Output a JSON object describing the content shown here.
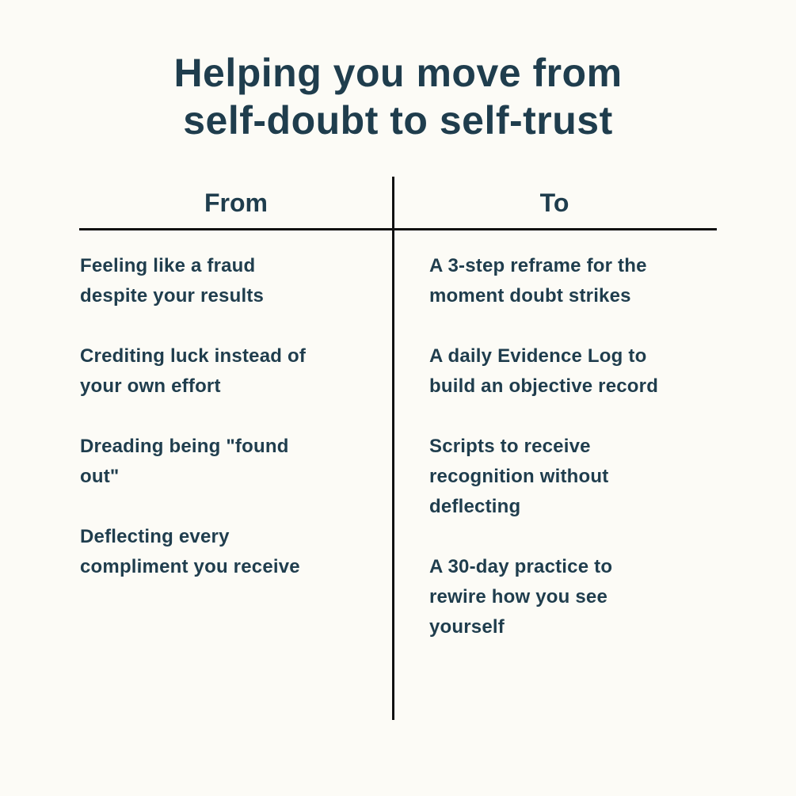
{
  "title": {
    "line1": "Helping you move from",
    "line2": "self-doubt to self-trust"
  },
  "columns": {
    "from": "From",
    "to": "To"
  },
  "from_items": [
    "Feeling like a fraud\ndespite your results",
    "Crediting luck instead of\nyour own effort",
    "Dreading being \"found\nout\"",
    "Deflecting every\ncompliment you receive"
  ],
  "to_items": [
    "A 3-step reframe for the\nmoment doubt strikes",
    "A daily Evidence Log to\nbuild an objective record",
    "Scripts to receive\nrecognition without\ndeflecting",
    "A 30-day practice to\nrewire how you see\nyourself"
  ],
  "colors": {
    "text": "#1f3d4d",
    "background": "#fcfbf6",
    "lines": "#111111"
  }
}
